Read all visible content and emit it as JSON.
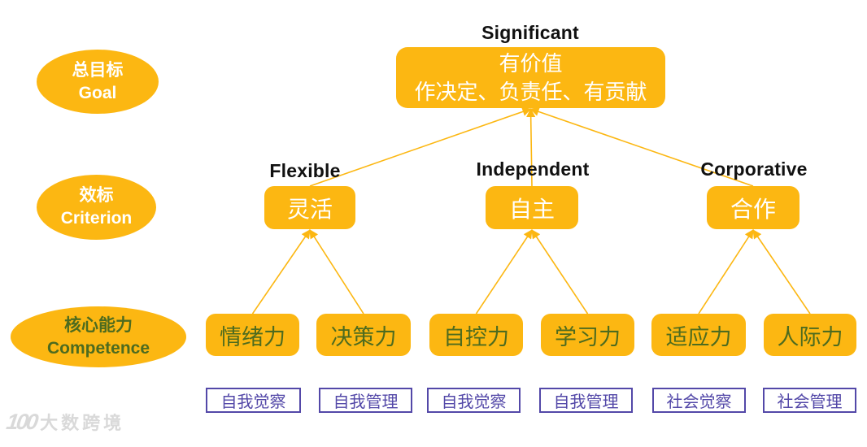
{
  "colors": {
    "yellow": "#FCB712",
    "competence_text_green": "#4d6b1f",
    "sel_purple": "#5348a8",
    "label_black": "#111111",
    "watermark_gray": "#d9d9d9"
  },
  "row_labels": {
    "goal": {
      "zh": "总目标",
      "en": "Goal"
    },
    "criterion": {
      "zh": "效标",
      "en": "Criterion"
    },
    "competence": {
      "zh": "核心能力",
      "en": "Competence"
    }
  },
  "goal": {
    "english": "Significant",
    "line1": "有价值",
    "line2": "作决定、负责任、有贡献"
  },
  "criteria": [
    {
      "en": "Flexible",
      "zh": "灵活"
    },
    {
      "en": "Independent",
      "zh": "自主"
    },
    {
      "en": "Corporative",
      "zh": "合作"
    }
  ],
  "competences": [
    {
      "zh": "情绪力"
    },
    {
      "zh": "决策力"
    },
    {
      "zh": "自控力"
    },
    {
      "zh": "学习力"
    },
    {
      "zh": "适应力"
    },
    {
      "zh": "人际力"
    }
  ],
  "sel_boxes": [
    {
      "zh": "自我觉察"
    },
    {
      "zh": "自我管理"
    },
    {
      "zh": "自我觉察"
    },
    {
      "zh": "自我管理"
    },
    {
      "zh": "社会觉察"
    },
    {
      "zh": "社会管理"
    }
  ],
  "edges": [
    {
      "from": "crit-0",
      "to": "goal-box"
    },
    {
      "from": "crit-1",
      "to": "goal-box"
    },
    {
      "from": "crit-2",
      "to": "goal-box"
    },
    {
      "from": "comp-0",
      "to": "crit-0"
    },
    {
      "from": "comp-1",
      "to": "crit-0"
    },
    {
      "from": "comp-2",
      "to": "crit-1"
    },
    {
      "from": "comp-3",
      "to": "crit-1"
    },
    {
      "from": "comp-4",
      "to": "crit-2"
    },
    {
      "from": "comp-5",
      "to": "crit-2"
    }
  ],
  "watermark": {
    "logo": "100",
    "text": "大数跨境"
  }
}
